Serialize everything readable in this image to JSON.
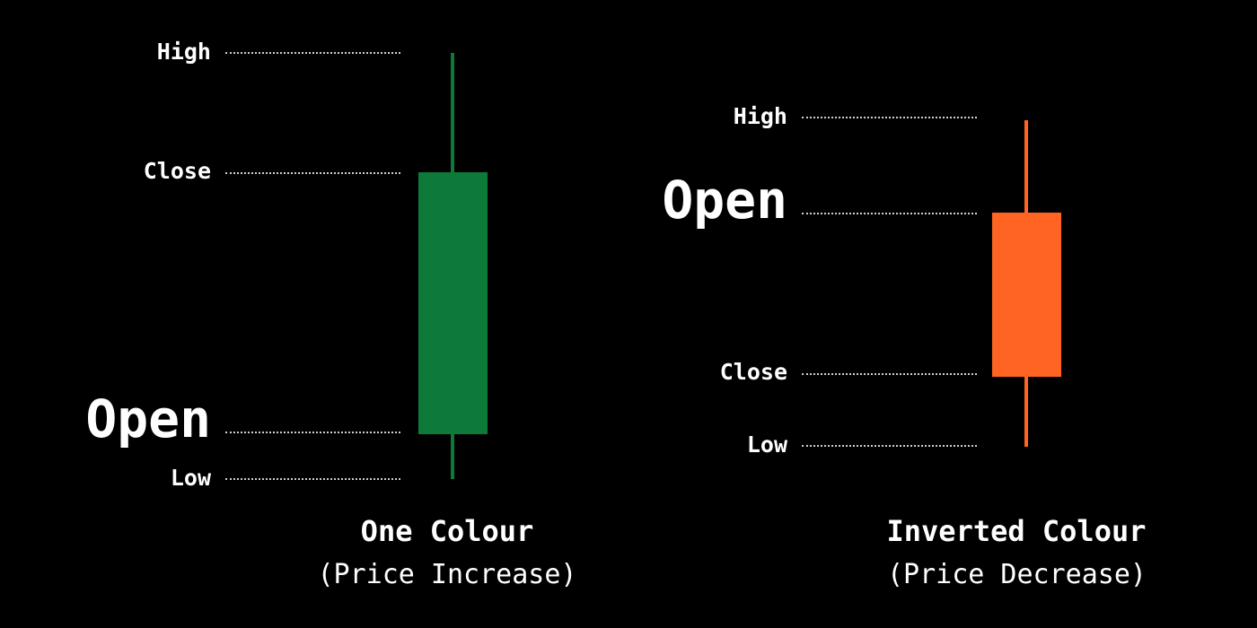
{
  "candles": [
    {
      "id": "one-colour",
      "direction": "increase",
      "color": "#0e7a3a",
      "labels": {
        "high": "High",
        "close": "Close",
        "open": "Open",
        "low": "Low"
      },
      "caption": {
        "title": "One Colour",
        "subtitle": "(Price Increase)"
      }
    },
    {
      "id": "inverted-colour",
      "direction": "decrease",
      "color": "#ff6422",
      "labels": {
        "high": "High",
        "open": "Open",
        "close": "Close",
        "low": "Low"
      },
      "caption": {
        "title": "Inverted Colour",
        "subtitle": "(Price Decrease)"
      }
    }
  ]
}
